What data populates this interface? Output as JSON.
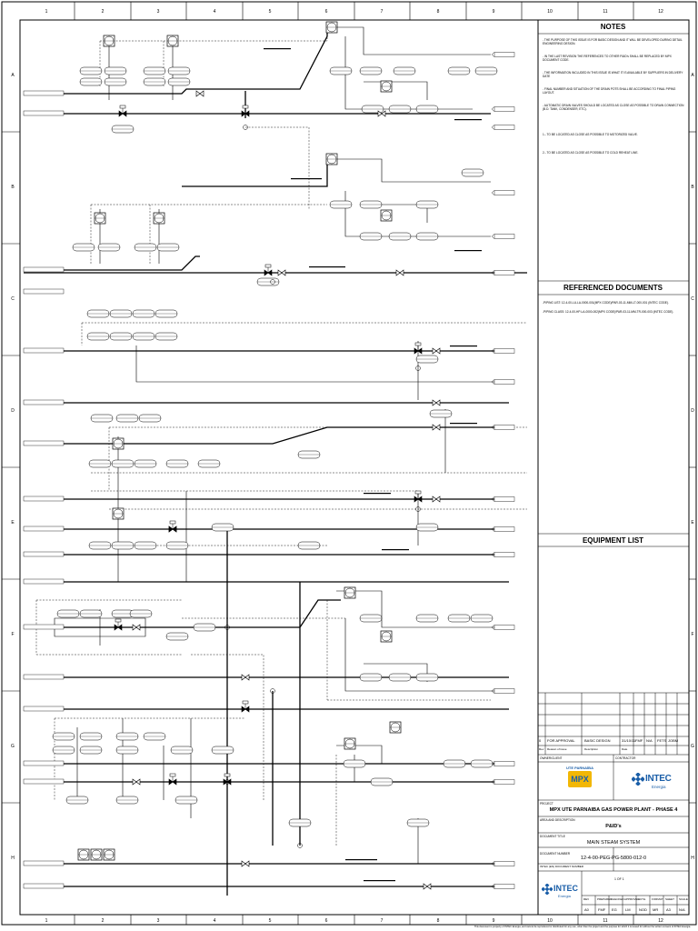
{
  "grid": {
    "columns": [
      "1",
      "2",
      "3",
      "4",
      "5",
      "6",
      "7",
      "8",
      "9",
      "10",
      "11",
      "12"
    ],
    "rows": [
      "A",
      "B",
      "C",
      "D",
      "E",
      "F",
      "G",
      "H"
    ]
  },
  "notes": {
    "title": "NOTES",
    "items": [
      "- THE PURPOSE OF THIS ISSUE IS FOR BASIC DESIGN AND IT WILL BE DEVELOPED DURING DETAIL ENGINEERING DESIGN.",
      "- IN THE LAST REVISION THE REFERENCES TO OTHER P&ID's SHALL BE REPLACED BY MPX DOCUMENT CODE.",
      "- THE INFORMATION INCLUDED IN THIS ISSUE IS WHAT IT IS AVAILABLE BY SUPPLIERS IN DELIVERY DATE",
      "- FINAL NUMBER AND SITUATION OF THE DRAIN POTS SHALL BE ACCORDING TO FINAL PIPING LAYOUT.",
      "- AUTOMATIC DRAIN VALVES SHOULD BE LOCATED AS CLOSE AS POSSIBLE TO DRAIN CONNECTION (B.D. TANK, CONDENSER, ETC).",
      "1.- TO BE LOCATED AS CLOSE AS POSSIBLE TO MOTORIZED VALVE.",
      "2.- TO BE LOCATED AS CLOSE AS POSSIBLE TO COLD REHEAT LINE."
    ]
  },
  "referenced": {
    "title": "REFERENCED DOCUMENTS",
    "items": [
      "-PIPING LIST: 12-4-00-LU-LA-0000-001(MPX CODE)/PAR-03-11-MM-LT-000-001 (INTEC CODE).",
      "-PIPING CLASS: 12-4-00-HP-LA-0000-002(MPX CODE)/PAR-03-11-MM-TR-000-003 (INTEC CODE)."
    ]
  },
  "equipment": {
    "title": "EQUIPMENT LIST"
  },
  "title_block": {
    "rev": "0",
    "status": "FOR APPROVAL",
    "description": "BASIC DESIGN",
    "date": "31/10/11",
    "drawn": "FMF",
    "checked": "N/A",
    "approved": "FETS",
    "authorized": "JOBM",
    "hdr_rev": "Rev",
    "hdr_status": "Reason of issue",
    "hdr_desc": "Description",
    "hdr_date": "Date",
    "owner_label": "OWNER/CLIENT",
    "contractor_label": "CONTRACTOR",
    "owner_logo_line1": "UTE PARNAÍBA",
    "owner_logo_line2": "MPX",
    "contractor_logo_line1": "INTEC",
    "contractor_logo_line2": "Energia",
    "project_label": "PROJECT",
    "project": "MPX UTE PARNAIBA GAS POWER PLANT - PHASE 4",
    "area_label": "AREA AND DESCRIPTION",
    "area": "P&ID's",
    "doc_title_label": "DOCUMENT TITLE",
    "doc_title": "MAIN STEAM SYSTEM",
    "doc_number_label": "DOCUMENT NUMBER",
    "doc_number": "12-4-00-PEG-PG-5800-012-0",
    "intec_label": "INTEC (EN) DOCUMENT NUMBER",
    "sheet_of": "1 OF 1",
    "bottom_hdr": [
      "REV",
      "PREPARED",
      "CHECKED",
      "APPROVED",
      "AUTH.",
      "FORMAT",
      "SHEET",
      "SCALE"
    ],
    "bottom_val": [
      "A0",
      "FMF",
      "EG",
      "LM",
      "NOD",
      "MR",
      "A3",
      "N/A"
    ],
    "footer_logo1": "INTEC",
    "footer_logo2": "Energia"
  },
  "footer": {
    "disclaimer": "This document is property of INTEC Energia, and cannot be reproduced or distributed for any use, other than the project and the purpose for which it is issued for without the written consent of INTEC Energia."
  }
}
